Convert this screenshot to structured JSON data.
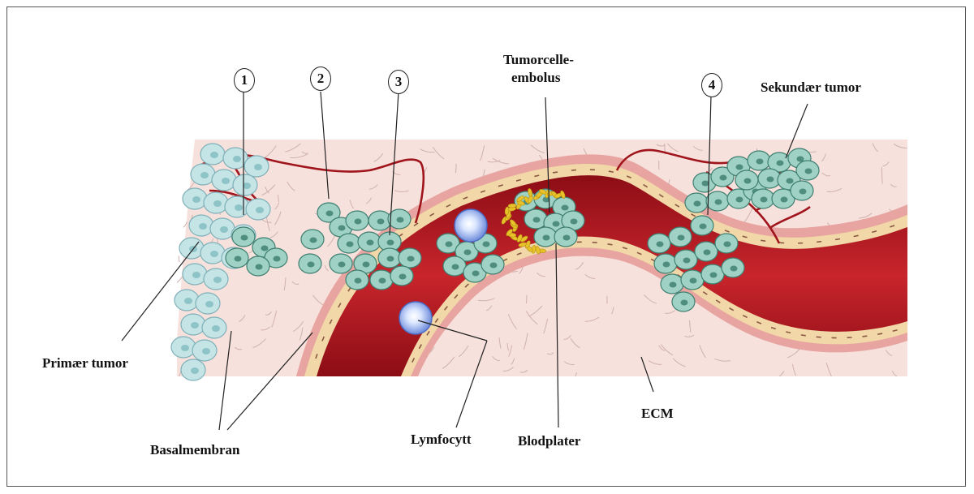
{
  "diagram": {
    "steps": [
      "1",
      "2",
      "3",
      "4"
    ],
    "labels": {
      "tumor_embolus_line1": "Tumorcelle-",
      "tumor_embolus_line2": "embolus",
      "secondary_tumor": "Sekundær tumor",
      "primary_tumor": "Primær tumor",
      "basement_membrane": "Basalmembran",
      "lymphocyte": "Lymfocytt",
      "platelets": "Blodplater",
      "ecm": "ECM"
    },
    "colors": {
      "tissue": "#f7e0dc",
      "fibers": "#c9a8a4",
      "vessel": "#a3121a",
      "vessel_light": "#d33a3f",
      "endothelium": "#f5deb3",
      "tumor_cell": "#9fd2c5",
      "tumor_nucleus": "#4f8e7f",
      "primary_cell": "#c5e4e6",
      "lymphocyte": "#8fa8e6",
      "platelet": "#e8c22a"
    }
  }
}
